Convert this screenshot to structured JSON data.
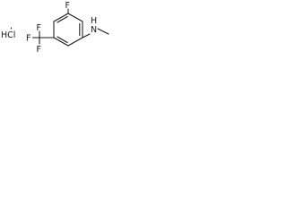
{
  "structure": {
    "hcl": "HCl",
    "ring_fluorine": "F",
    "cf3_fluorine_top": "F",
    "cf3_fluorine_left": "F",
    "cf3_fluorine_bottom": "F",
    "amine_nitrogen": "N",
    "amine_hydrogen": "H"
  }
}
